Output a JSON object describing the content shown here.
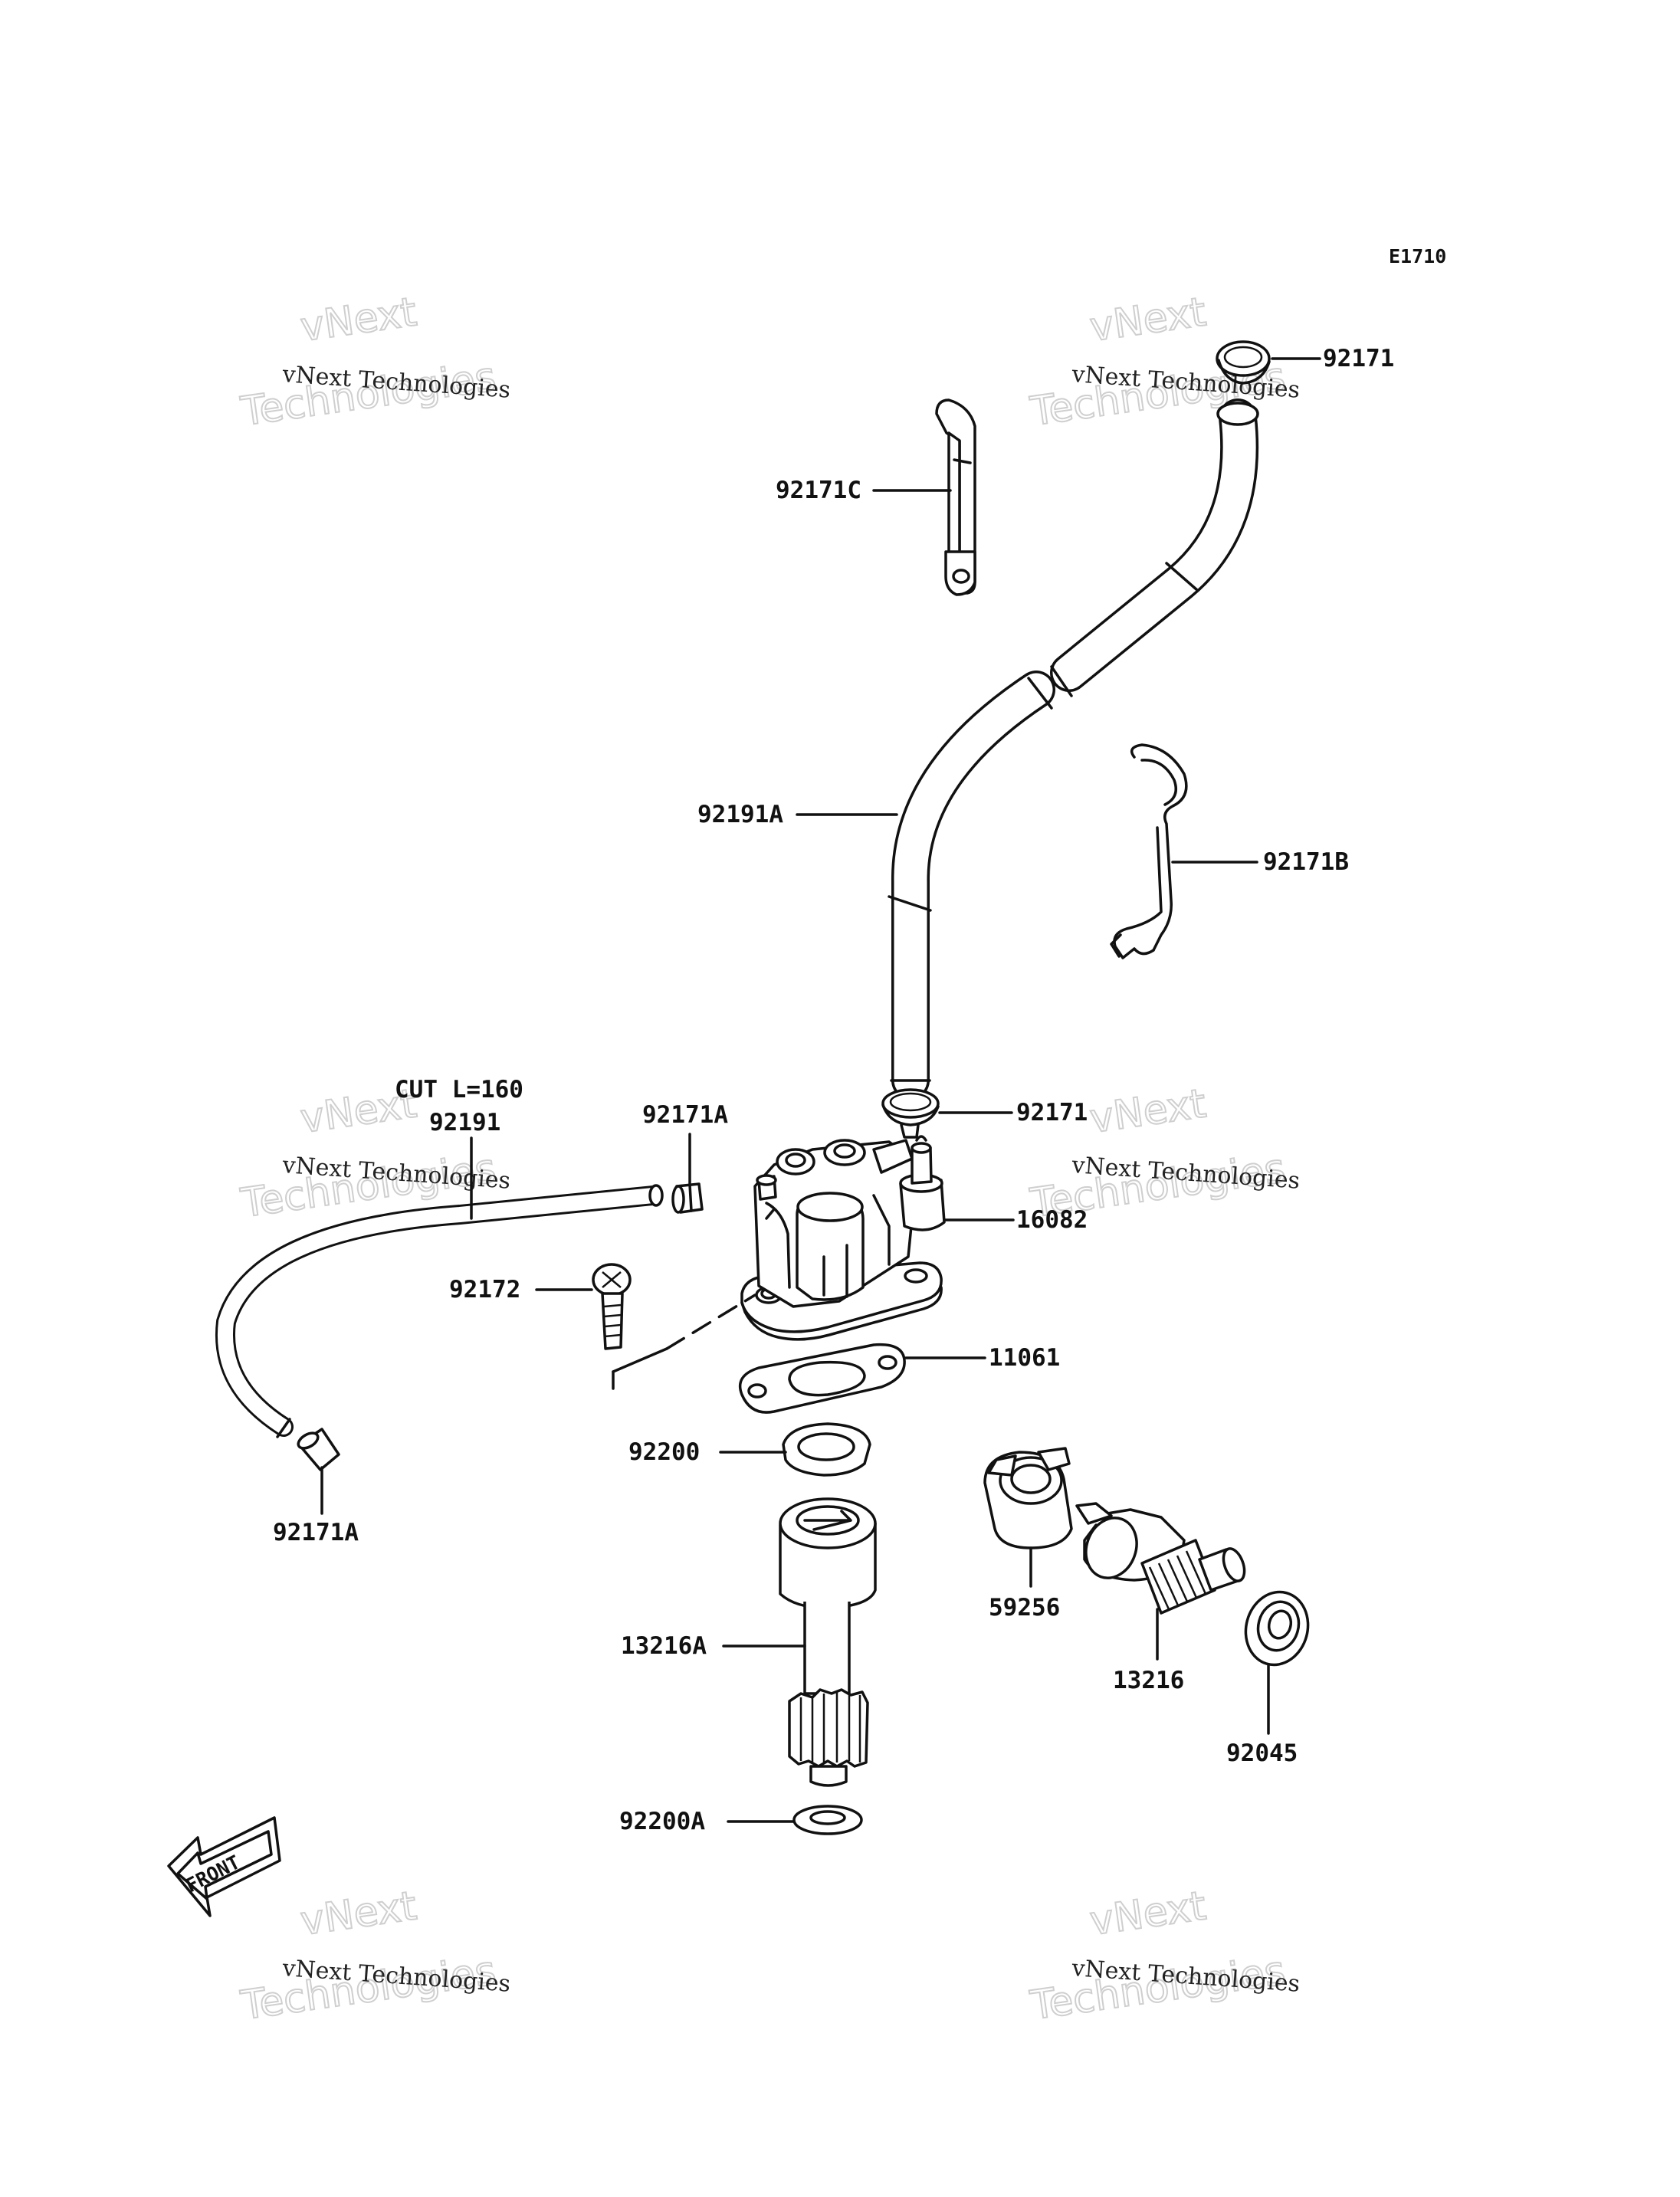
{
  "diagram_code": "E1710",
  "note": {
    "cut": "CUT L=160"
  },
  "labels": {
    "p92171_top": "92171",
    "p92171c": "92171C",
    "p92191a": "92191A",
    "p92171b": "92171B",
    "p92191": "92191",
    "p92171a_top": "92171A",
    "p92171_mid": "92171",
    "p16082": "16082",
    "p92172": "92172",
    "p11061": "11061",
    "p92200": "92200",
    "p92171a_bot": "92171A",
    "p59256": "59256",
    "p13216a": "13216A",
    "p13216": "13216",
    "p92045": "92045",
    "p92200a": "92200A"
  },
  "front_badge": "FRONT",
  "watermark": {
    "line1": "vNext Technologies",
    "big_top": "vNext",
    "big_bottom": "Technologies"
  },
  "icons": [
    "front-arrow-icon"
  ]
}
